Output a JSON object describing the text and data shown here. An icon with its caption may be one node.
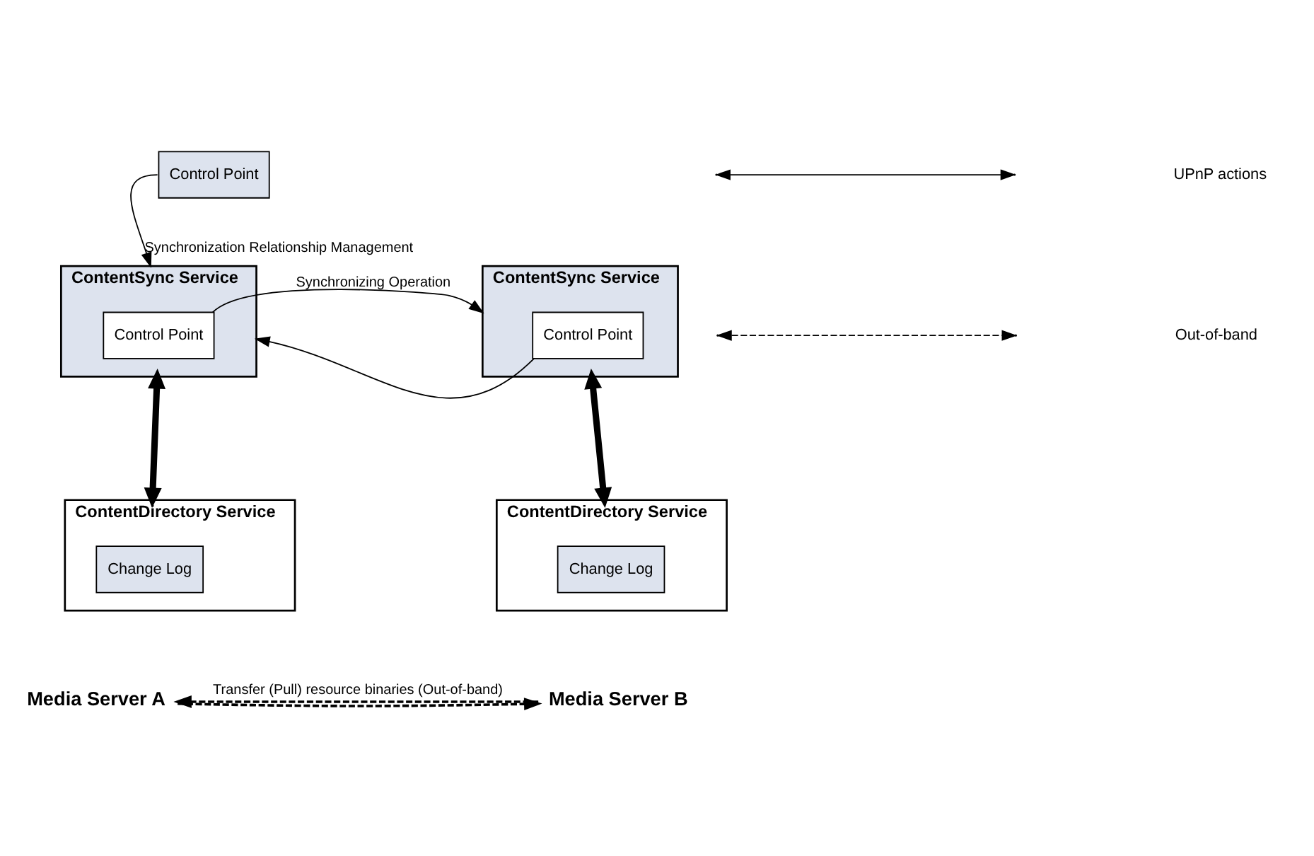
{
  "diagram": {
    "nodes": [
      {
        "text": [
          "Control Point"
        ]
      },
      {
        "text": [
          "ContentSync Service"
        ]
      },
      {
        "text": [
          "Control Point"
        ],
        "in": 1
      },
      {
        "text": [
          "ContentDirectory Service"
        ]
      },
      {
        "text": [
          "Change Log"
        ],
        "in": 3
      },
      {
        "text": [
          "ContentSync Service"
        ]
      },
      {
        "text": [
          "Control Point"
        ],
        "in": 5
      },
      {
        "text": [
          "ContentDirectory Service"
        ]
      },
      {
        "text": [
          "Change Log"
        ],
        "in": 7
      },
      {
        "text": [
          "Media Server A"
        ]
      },
      {
        "text": [
          "Media Server B"
        ]
      }
    ],
    "edges": [
      {
        "from": 0,
        "to": 1,
        "arrow": "to",
        "label": "Synchronization Relationship Management"
      },
      {
        "from": 2,
        "to": 5,
        "arrow": "to",
        "label": "Synchronizing Operation"
      },
      {
        "from": 6,
        "to": 1,
        "arrow": "to"
      },
      {
        "from": 1,
        "to": 3,
        "arrow": "both",
        "style": "thick"
      },
      {
        "from": 5,
        "to": 7,
        "arrow": "both",
        "style": "thick"
      },
      {
        "from": 10,
        "to": 9,
        "arrow": "to",
        "style": "dashed",
        "label": "Transfer (Pull) resource binaries (Out-of-band)"
      },
      {
        "from": 9,
        "to": 10,
        "arrow": "to",
        "style": "dashed"
      }
    ],
    "legend": [
      {
        "text": "UPnP actions"
      },
      {
        "text": "Out-of-band"
      }
    ]
  }
}
